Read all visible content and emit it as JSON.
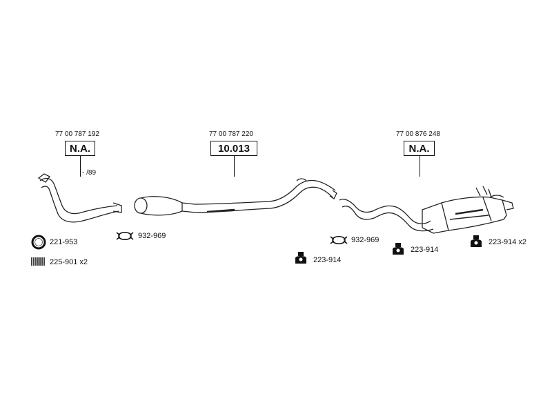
{
  "parts": {
    "front_pipe": {
      "oem": "77 00 787 192",
      "ref": "N.A.",
      "note": "- /89"
    },
    "middle_silencer": {
      "oem": "77 00 787 220",
      "ref": "10.013"
    },
    "rear_silencer": {
      "oem": "77 00 876 248",
      "ref": "N.A."
    }
  },
  "accessories": {
    "gasket_ring": "221-953",
    "spring_set": "225-901 x2",
    "clamp_left": "932-969",
    "clamp_right": "932-969",
    "mount_a": "223-914",
    "mount_b": "223-914",
    "mount_c": "223-914 x2"
  },
  "icons": {
    "gasket": "ring-gasket-icon",
    "springs": "spring-icon",
    "clamp": "pipe-clamp-icon",
    "mount": "rubber-mount-icon"
  },
  "colors": {
    "line": "#111111",
    "background": "#ffffff"
  }
}
